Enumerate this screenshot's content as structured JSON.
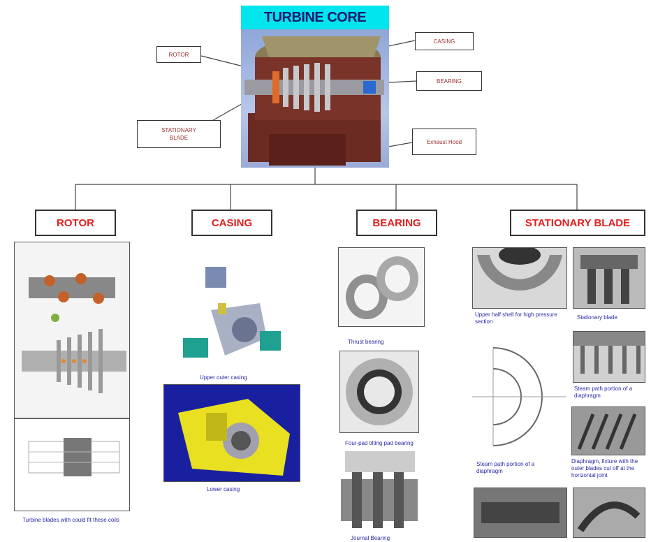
{
  "title": "TURBINE CORE",
  "callouts": {
    "rotor": "ROTOR",
    "casing": "CASING",
    "bearing": "BEARING",
    "stationary_blade": "STATIONARY BLADE",
    "exhaust_hood": "Exhaust Hood"
  },
  "categories": {
    "rotor": "ROTOR",
    "casing": "CASING",
    "bearing": "BEARING",
    "stationary_blade": "STATIONARY BLADE"
  },
  "captions": {
    "rotor_blades": "Turbine blades with could fit these coils",
    "upper_outer_casing": "Upper outer casing",
    "lower_casing": "Lower casing",
    "thrust_bearing": "Thrust bearing",
    "four_pad_bearing": "Four-pad tilting pad bearing",
    "journal_bearing": "Journal Bearing",
    "upper_half_shell": "Upper half shell for high pressure section",
    "stationary_blade": "Stationary blade",
    "steam_path_portion": "Steam path portion of a diaphragm",
    "steam_path_portion_2": "Steam path portion of a diaphragm",
    "diaphragm_fixture": "Diaphragm, fixture with the outer blades cut off at the horizontal joint"
  },
  "colors": {
    "title_bg": "#00e5ee",
    "category_text": "#e02020",
    "caption_text": "#2a2aa8",
    "callout_text": "#9a3030"
  }
}
